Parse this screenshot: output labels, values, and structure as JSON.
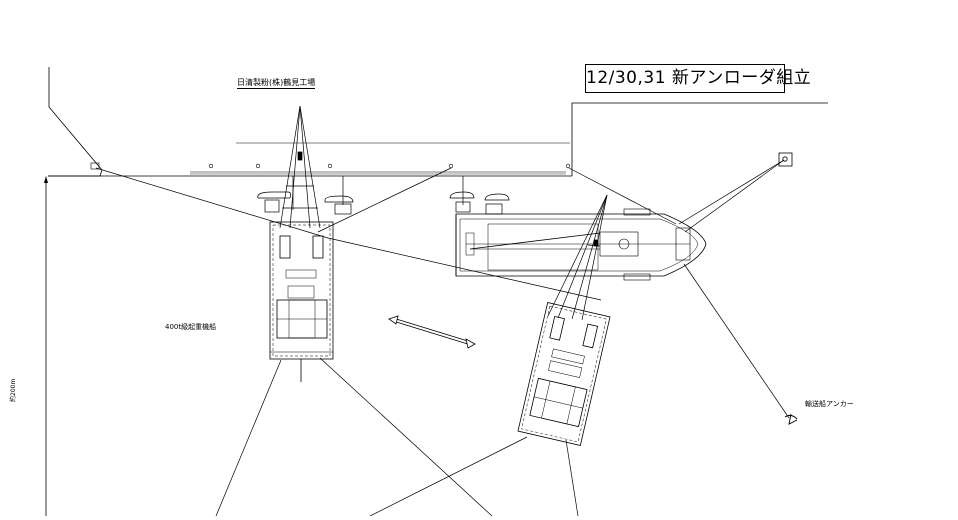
{
  "drawing": {
    "title": "12/30,31 新アンローダ組立",
    "factory_label": "日清製粉(株)鶴見工場",
    "crane_barge_label": "400t級起重機船",
    "anchor_label": "輸送船アンカー",
    "dimension_label": "約200m",
    "line_color": "#000000",
    "background_color": "#ffffff"
  }
}
